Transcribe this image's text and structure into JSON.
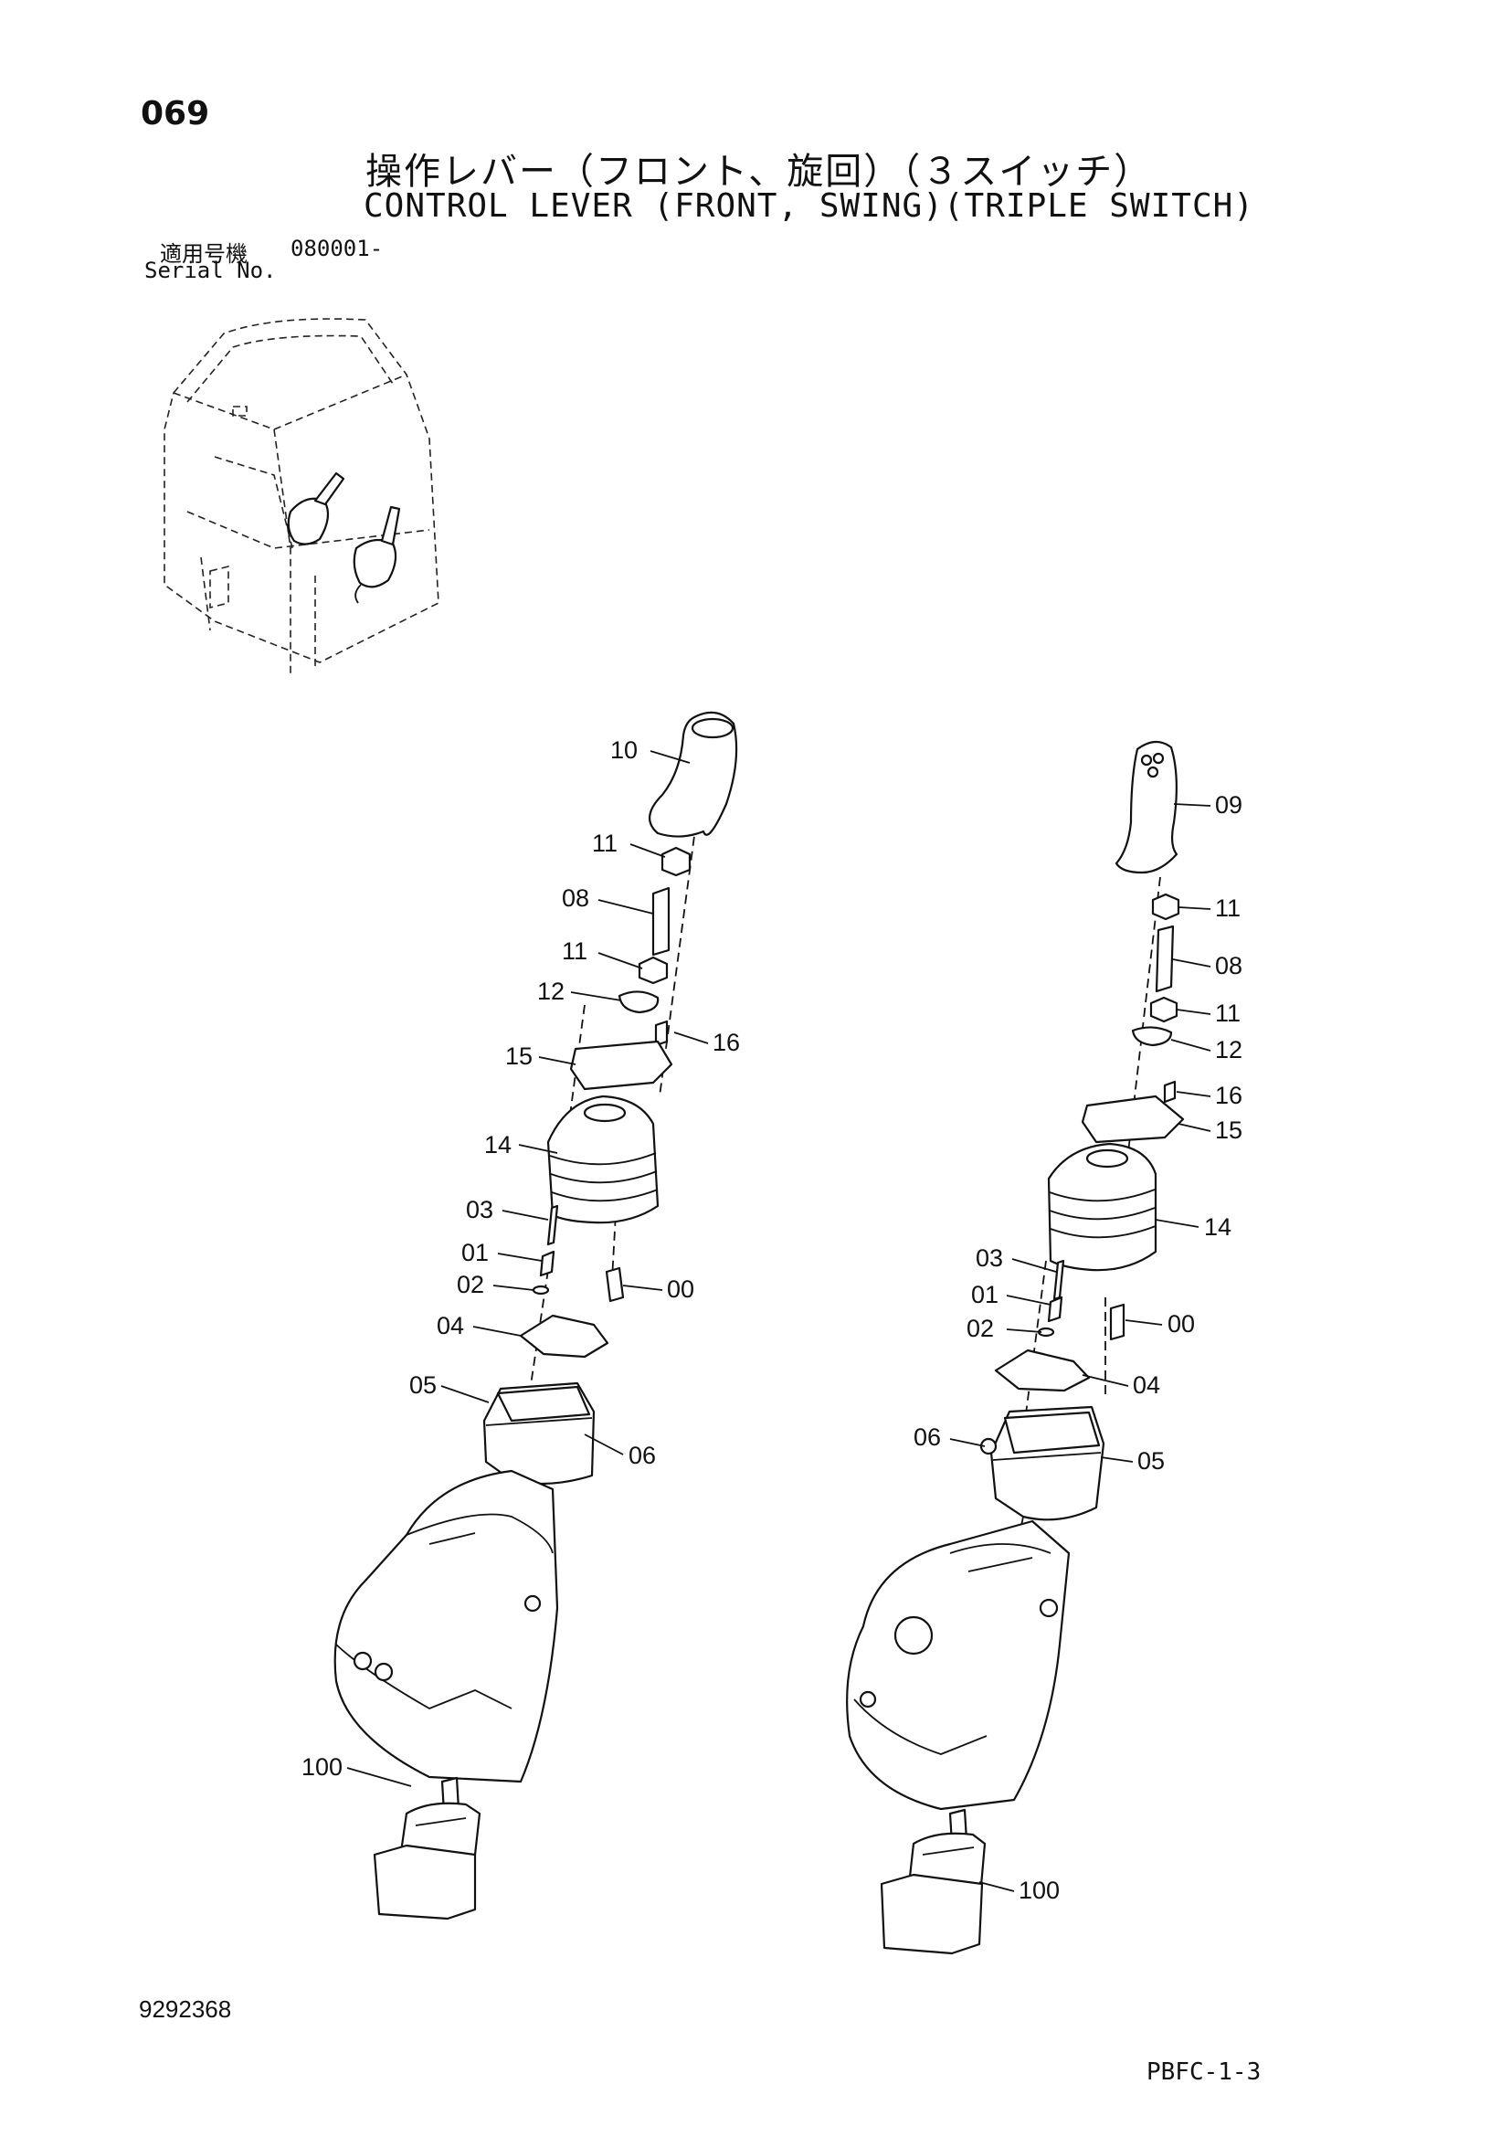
{
  "header": {
    "page_number": "069",
    "title_jp": "操作レバー（フロント、旋回）（３スイッチ）",
    "title_en": "CONTROL LEVER (FRONT, SWING)(TRIPLE SWITCH)",
    "serial_label_jp": "適用号機",
    "serial_value": "080001-",
    "serial_label_en": "Serial No."
  },
  "callouts": {
    "left": {
      "p10": "10",
      "p11a": "11",
      "p08": "08",
      "p11b": "11",
      "p12": "12",
      "p15": "15",
      "p16": "16",
      "p14": "14",
      "p03": "03",
      "p01": "01",
      "p02": "02",
      "p00": "00",
      "p04": "04",
      "p05": "05",
      "p06": "06",
      "p100": "100"
    },
    "right": {
      "p09": "09",
      "p11a": "11",
      "p08": "08",
      "p11b": "11",
      "p12": "12",
      "p16": "16",
      "p15": "15",
      "p14": "14",
      "p03": "03",
      "p01": "01",
      "p02": "02",
      "p00": "00",
      "p04": "04",
      "p06": "06",
      "p05": "05",
      "p100": "100"
    }
  },
  "footer": {
    "document_number": "9292368",
    "page_code": "PBFC-1-3"
  }
}
